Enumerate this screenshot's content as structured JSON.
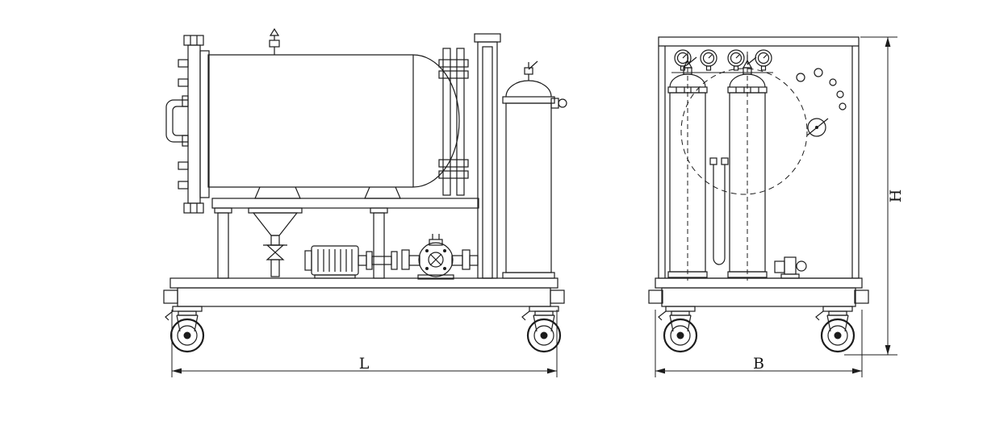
{
  "drawing": {
    "kind": "engineering-line-drawing",
    "colors": {
      "line": "#1c1c1c",
      "background": "#ffffff"
    }
  },
  "dimension_labels": {
    "length": "L",
    "width": "B",
    "height": "H"
  }
}
